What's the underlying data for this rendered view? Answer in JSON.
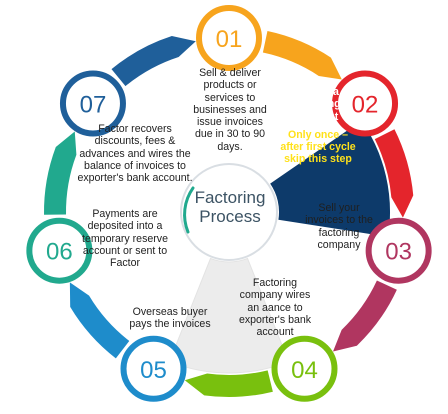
{
  "center": {
    "lines": [
      "Factoring",
      "Process"
    ]
  },
  "colors": {
    "step01": "#f7a41d",
    "step02": "#e4252c",
    "step03": "#b03660",
    "step04": "#79c00e",
    "step05": "#1e8ccb",
    "step06": "#21a98e",
    "step07": "#1f5f9a",
    "highlight_panel": "#0d3a6a",
    "highlight_note": "#ffe11a"
  },
  "steps": [
    {
      "number": "01",
      "color": "#f7a41d",
      "lines": [
        "Sell & deliver",
        "products or",
        "services to",
        "businesses and",
        "issue invoices",
        "due in 30 to 90",
        "days."
      ]
    },
    {
      "number": "02",
      "color": "#e4252c",
      "lines": [
        "Set-up a",
        "factoring",
        "account"
      ],
      "note_lines": [
        "Only once –",
        "after first cycle",
        "skip this step"
      ]
    },
    {
      "number": "03",
      "color": "#b03660",
      "lines": [
        "Sell your",
        "invoices to the",
        "factoring",
        "company"
      ]
    },
    {
      "number": "04",
      "color": "#79c00e",
      "lines": [
        "Factoring",
        "company wires",
        "an aance to",
        "exporter's bank",
        "account"
      ]
    },
    {
      "number": "05",
      "color": "#1e8ccb",
      "lines": [
        "Overseas buyer",
        "pays the invoices"
      ]
    },
    {
      "number": "06",
      "color": "#21a98e",
      "lines": [
        "Payments are",
        "deposited into a",
        "temporary reserve",
        "account or sent to",
        "Factor"
      ]
    },
    {
      "number": "07",
      "color": "#1f5f9a",
      "lines": [
        "Factor recovers",
        "discounts, fees &",
        "advances and wires the",
        "balance of invoices to",
        "exporter's bank account."
      ]
    }
  ]
}
